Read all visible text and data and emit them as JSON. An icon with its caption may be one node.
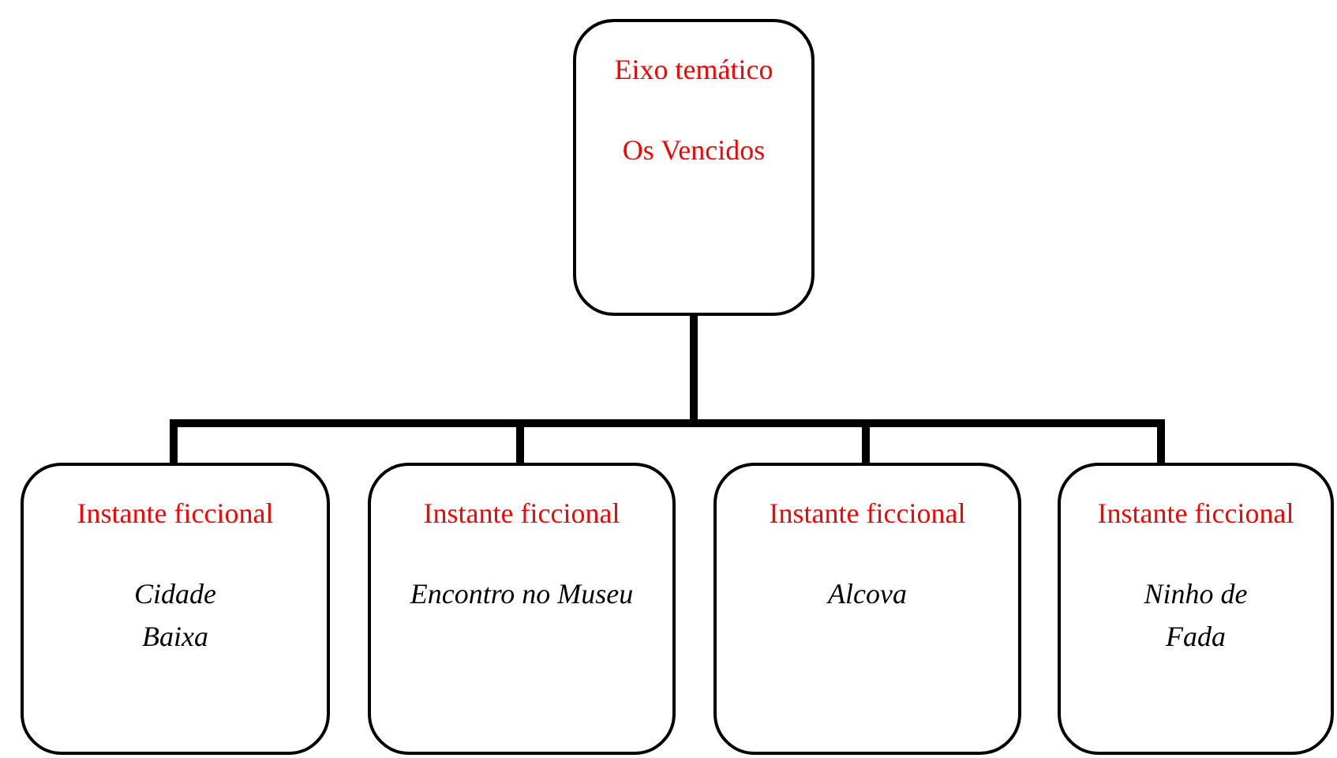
{
  "diagram": {
    "nodes": [
      {
        "text": [
          "Eixo temático",
          "Os Vencidos"
        ]
      },
      {
        "text": [
          "Instante ficcional",
          "Cidade Baixa"
        ]
      },
      {
        "text": [
          "Instante ficcional",
          "Encontro no Museu"
        ]
      },
      {
        "text": [
          "Instante ficcional",
          "Alcova"
        ]
      },
      {
        "text": [
          "Instante ficcional",
          "Ninho de Fada"
        ]
      }
    ],
    "edges": [
      {
        "from": 0,
        "to": 1,
        "arrow": "none"
      },
      {
        "from": 0,
        "to": 2,
        "arrow": "none"
      },
      {
        "from": 0,
        "to": 3,
        "arrow": "none"
      },
      {
        "from": 0,
        "to": 4,
        "arrow": "none"
      }
    ]
  }
}
